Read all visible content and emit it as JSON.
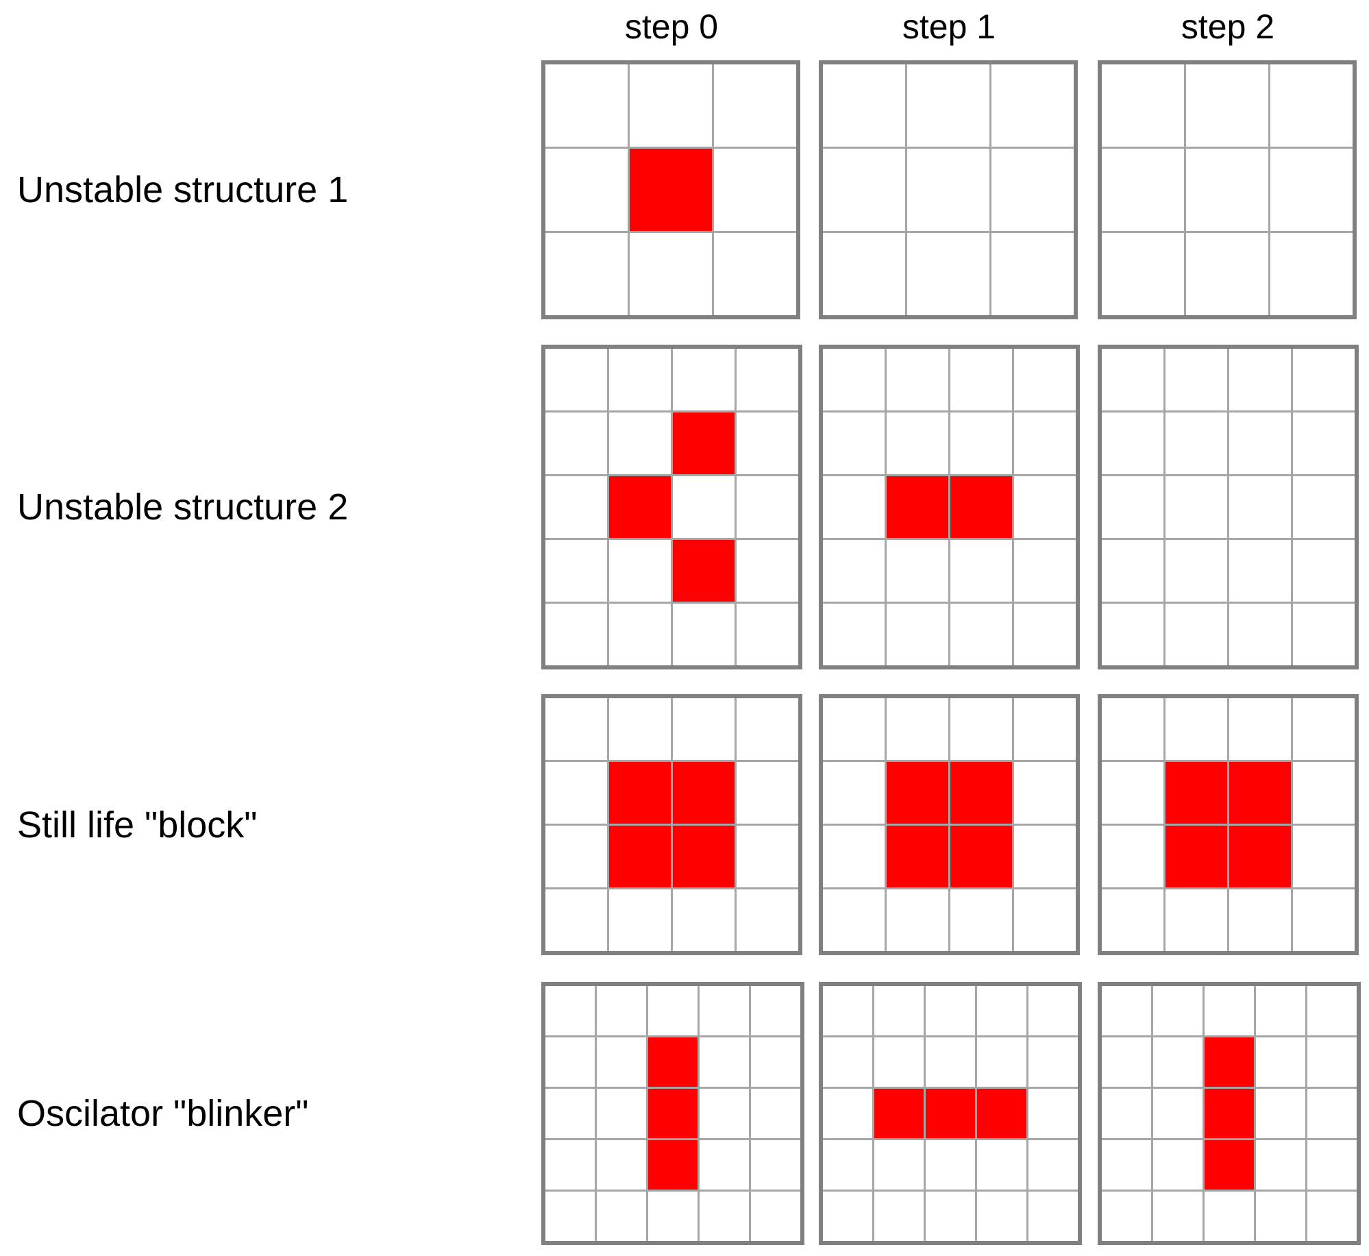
{
  "figure": {
    "description": "Game of Life structures over three steps"
  },
  "headers": [
    "step 0",
    "step 1",
    "step 2"
  ],
  "colors": {
    "alive": "#fe0000",
    "grid_line": "#a6a6a6",
    "grid_border": "#808080",
    "text": "#000000"
  },
  "rows": [
    {
      "label": "Unstable structure 1",
      "grid": {
        "cols": 3,
        "rows": 3
      },
      "steps": [
        {
          "name": "step 0",
          "alive": [
            [
              1,
              1
            ]
          ]
        },
        {
          "name": "step 1",
          "alive": []
        },
        {
          "name": "step 2",
          "alive": []
        }
      ]
    },
    {
      "label": "Unstable structure 2",
      "grid": {
        "cols": 4,
        "rows": 5
      },
      "steps": [
        {
          "name": "step 0",
          "alive": [
            [
              1,
              2
            ],
            [
              2,
              1
            ],
            [
              3,
              2
            ]
          ]
        },
        {
          "name": "step 1",
          "alive": [
            [
              2,
              1
            ],
            [
              2,
              2
            ]
          ]
        },
        {
          "name": "step 2",
          "alive": []
        }
      ]
    },
    {
      "label": "Still life \"block\"",
      "grid": {
        "cols": 4,
        "rows": 4
      },
      "steps": [
        {
          "name": "step 0",
          "alive": [
            [
              1,
              1
            ],
            [
              1,
              2
            ],
            [
              2,
              1
            ],
            [
              2,
              2
            ]
          ]
        },
        {
          "name": "step 1",
          "alive": [
            [
              1,
              1
            ],
            [
              1,
              2
            ],
            [
              2,
              1
            ],
            [
              2,
              2
            ]
          ]
        },
        {
          "name": "step 2",
          "alive": [
            [
              1,
              1
            ],
            [
              1,
              2
            ],
            [
              2,
              1
            ],
            [
              2,
              2
            ]
          ]
        }
      ]
    },
    {
      "label": "Oscilator \"blinker\"",
      "grid": {
        "cols": 5,
        "rows": 5
      },
      "steps": [
        {
          "name": "step 0",
          "alive": [
            [
              1,
              2
            ],
            [
              2,
              2
            ],
            [
              3,
              2
            ]
          ]
        },
        {
          "name": "step 1",
          "alive": [
            [
              2,
              1
            ],
            [
              2,
              2
            ],
            [
              2,
              3
            ]
          ]
        },
        {
          "name": "step 2",
          "alive": [
            [
              1,
              2
            ],
            [
              2,
              2
            ],
            [
              3,
              2
            ]
          ]
        }
      ]
    }
  ]
}
